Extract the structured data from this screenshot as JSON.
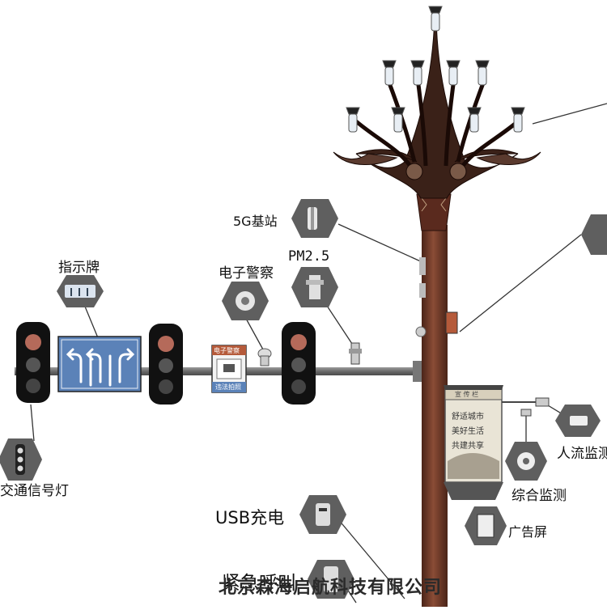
{
  "labels": {
    "signboard": "指示牌",
    "base_station": "5G基站",
    "pm25": "PM2.5",
    "police": "电子警察",
    "traffic_light": "交通信号灯",
    "crowd": "人流监测",
    "monitor": "综合监测",
    "ad_screen": "广告屏",
    "usb": "USB充电",
    "emergency": "紧急呼叫"
  },
  "police_sign": {
    "top": "电子警察",
    "bottom": "违法拍照"
  },
  "ad_panel": {
    "header": "宣 传 栏",
    "line1": "舒适城市",
    "line2": "美好生活",
    "line3": "共建共享"
  },
  "watermark": "北京森海启航科技有限公司",
  "colors": {
    "pole": "#6b3a2a",
    "lamp_body": "#3a2118",
    "arm": "#6e6e6e",
    "callout": "#5f5f5f",
    "sign_blue": "#5b82b8"
  }
}
